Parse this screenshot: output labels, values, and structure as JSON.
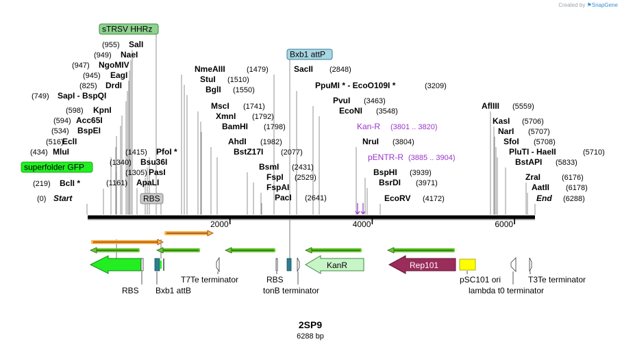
{
  "credit": {
    "prefix": "Created by",
    "brand": "SnapGene"
  },
  "plasmid": {
    "name": "2SP9",
    "length_label": "6288 bp",
    "length": 6288
  },
  "axis_ticks": [
    {
      "bp": 2000,
      "label": "2000"
    },
    {
      "bp": 4000,
      "label": "4000"
    },
    {
      "bp": 6000,
      "label": "6000"
    }
  ],
  "sites": [
    {
      "name": "Start",
      "pos": "(0)",
      "italic": true
    },
    {
      "name": "BclI *",
      "pos": "(219)"
    },
    {
      "name": "MluI",
      "pos": "(434)"
    },
    {
      "name": "EclI",
      "pos": "(516)"
    },
    {
      "name": "BspEI",
      "pos": "(534)"
    },
    {
      "name": "Acc65I",
      "pos": "(594)"
    },
    {
      "name": "KpnI",
      "pos": "(598)"
    },
    {
      "name": "SapI  -  BspQI",
      "pos": "(749)"
    },
    {
      "name": "DrdI",
      "pos": "(825)"
    },
    {
      "name": "EagI",
      "pos": "(945)"
    },
    {
      "name": "NgoMIV",
      "pos": "(947)"
    },
    {
      "name": "NaeI",
      "pos": "(949)"
    },
    {
      "name": "SalI",
      "pos": "(955)"
    },
    {
      "name": "ApaLI",
      "pos": "(1161)"
    },
    {
      "name": "PasI",
      "pos": "(1305)"
    },
    {
      "name": "Bsu36I",
      "pos": "(1340)"
    },
    {
      "name": "PfoI *",
      "pos": "(1415)"
    },
    {
      "name": "NmeAIII",
      "pos": "(1479)"
    },
    {
      "name": "StuI",
      "pos": "(1510)"
    },
    {
      "name": "BglI",
      "pos": "(1550)"
    },
    {
      "name": "MscI",
      "pos": "(1741)"
    },
    {
      "name": "XmnI",
      "pos": "(1792)"
    },
    {
      "name": "BamHI",
      "pos": "(1798)"
    },
    {
      "name": "AhdI",
      "pos": "(1982)"
    },
    {
      "name": "BstZ17I",
      "pos": "(2077)"
    },
    {
      "name": "BsmI",
      "pos": "(2431)"
    },
    {
      "name": "FspI",
      "pos": "(2529)"
    },
    {
      "name": "FspAI",
      "pos": ""
    },
    {
      "name": "PacI",
      "pos": "(2641)"
    },
    {
      "name": "SacII",
      "pos": "(2848)"
    },
    {
      "name": "PpuMI *  -  EcoO109I *",
      "pos": "(3209)"
    },
    {
      "name": "PvuI",
      "pos": "(3463)"
    },
    {
      "name": "EcoNI",
      "pos": "(3548)"
    },
    {
      "name": "NruI",
      "pos": "(3804)"
    },
    {
      "name": "BspHI",
      "pos": "(3939)"
    },
    {
      "name": "BsrDI",
      "pos": "(3971)"
    },
    {
      "name": "EcoRV",
      "pos": "(4172)"
    },
    {
      "name": "AflIII",
      "pos": "(5559)"
    },
    {
      "name": "KasI",
      "pos": "(5706)"
    },
    {
      "name": "NarI",
      "pos": "(5707)"
    },
    {
      "name": "SfoI",
      "pos": "(5708)"
    },
    {
      "name": "PluTI  -  HaeII",
      "pos": "(5710)"
    },
    {
      "name": "BstAPI",
      "pos": "(5833)"
    },
    {
      "name": "ZraI",
      "pos": "(6176)"
    },
    {
      "name": "AatII",
      "pos": "(6178)"
    },
    {
      "name": "End",
      "pos": "(6288)",
      "italic": true
    }
  ],
  "primers": [
    {
      "name": "Kan-R",
      "range": "(3801 .. 3820)"
    },
    {
      "name": "pENTR-R",
      "range": "(3885 .. 3904)"
    }
  ],
  "boxed_labels": [
    {
      "name": "sTRSV HHRz",
      "color": "#8fd18f"
    },
    {
      "name": "Bxb1 attP",
      "color": "#a9d6e3"
    },
    {
      "name": "superfolder GFP",
      "color": "#22ee22"
    },
    {
      "name": "RBS",
      "color": "#c9c9c9"
    }
  ],
  "features": [
    {
      "name": "superfolder GFP",
      "color": "#22ee22"
    },
    {
      "name": "KanR",
      "label": "KanR",
      "color": "#c8f5c8"
    },
    {
      "name": "Rep101",
      "label": "Rep101",
      "color": "#9b2d5a"
    },
    {
      "name": "pSC101 ori",
      "color": "#ffff00"
    }
  ],
  "bottom_labels": [
    {
      "name": "RBS"
    },
    {
      "name": "Bxb1 attB"
    },
    {
      "name": "T7Te terminator"
    },
    {
      "name": "RBS"
    },
    {
      "name": "tonB terminator"
    },
    {
      "name": "pSC101 ori"
    },
    {
      "name": "lambda t0 terminator"
    },
    {
      "name": "T3Te terminator"
    }
  ],
  "colors": {
    "primer": "#9933cc",
    "orf_arrow": "#ffb347",
    "orf_inner": "#8b4513",
    "orf_green": "#66cc33"
  }
}
